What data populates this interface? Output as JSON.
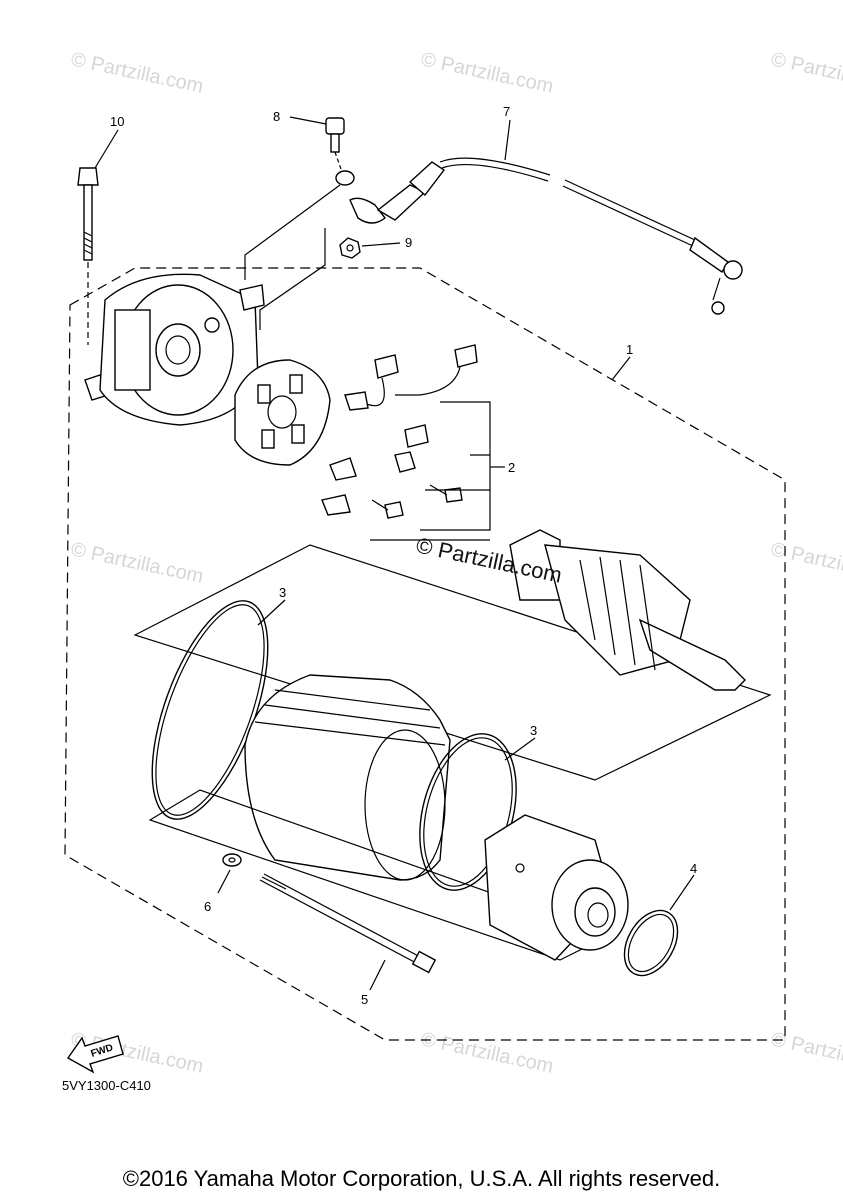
{
  "watermark": {
    "text": "© Partzilla.com",
    "center_text": "© Partzilla.com"
  },
  "callouts": {
    "c1": "1",
    "c2": "2",
    "c3a": "3",
    "c3b": "3",
    "c4": "4",
    "c5": "5",
    "c6": "6",
    "c7": "7",
    "c8": "8",
    "c9": "9",
    "c10": "10"
  },
  "fwd_label": "FWD",
  "diagram_code": "5VY1300-C410",
  "copyright": "©2016 Yamaha Motor Corporation, U.S.A. All rights reserved."
}
